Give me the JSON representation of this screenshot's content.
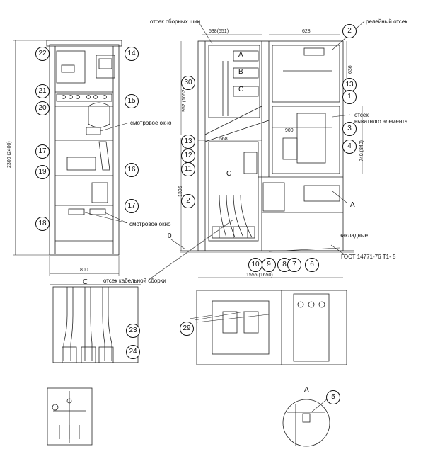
{
  "labels": {
    "busbar": "отсек сборных шин",
    "relay": "релейный отсек",
    "withdrawable": "отсек\nвыкатного элемента",
    "window1": "смотровое окно",
    "window2": "смотровое окно",
    "cable": "отсек кабельной сборки",
    "embedded": "закладные",
    "gost": "ГОСТ 14771-76 Т1-  5"
  },
  "dims": {
    "d538": "538(551)",
    "d628": "628",
    "d636": "636",
    "d952": "952 (1052)",
    "d900": "900",
    "d568": "568",
    "d740": "740 (840)",
    "d1305": "1305",
    "d1555": "1555 (1650)",
    "d2300": "2300 (2400)",
    "d800": "800"
  },
  "letters": {
    "A1": "A",
    "B": "B",
    "C1": "C",
    "C2": "C",
    "C3": "C",
    "A2": "A",
    "A3": "A",
    "zero": "0"
  },
  "callouts": {
    "n22": "22",
    "n14": "14",
    "n21": "21",
    "n20": "20",
    "n15": "15",
    "n17a": "17",
    "n19": "19",
    "n16": "16",
    "n17b": "17",
    "n18": "18",
    "n2a": "2",
    "n30": "30",
    "n13a": "13",
    "n1": "1",
    "n3": "3",
    "n13b": "13",
    "n12": "12",
    "n11": "11",
    "n4": "4",
    "n2b": "2",
    "n10": "10",
    "n9": "9",
    "n8": "8",
    "n7": "7",
    "n6": "6",
    "n23": "23",
    "n24": "24",
    "n29": "29",
    "n5": "5"
  }
}
